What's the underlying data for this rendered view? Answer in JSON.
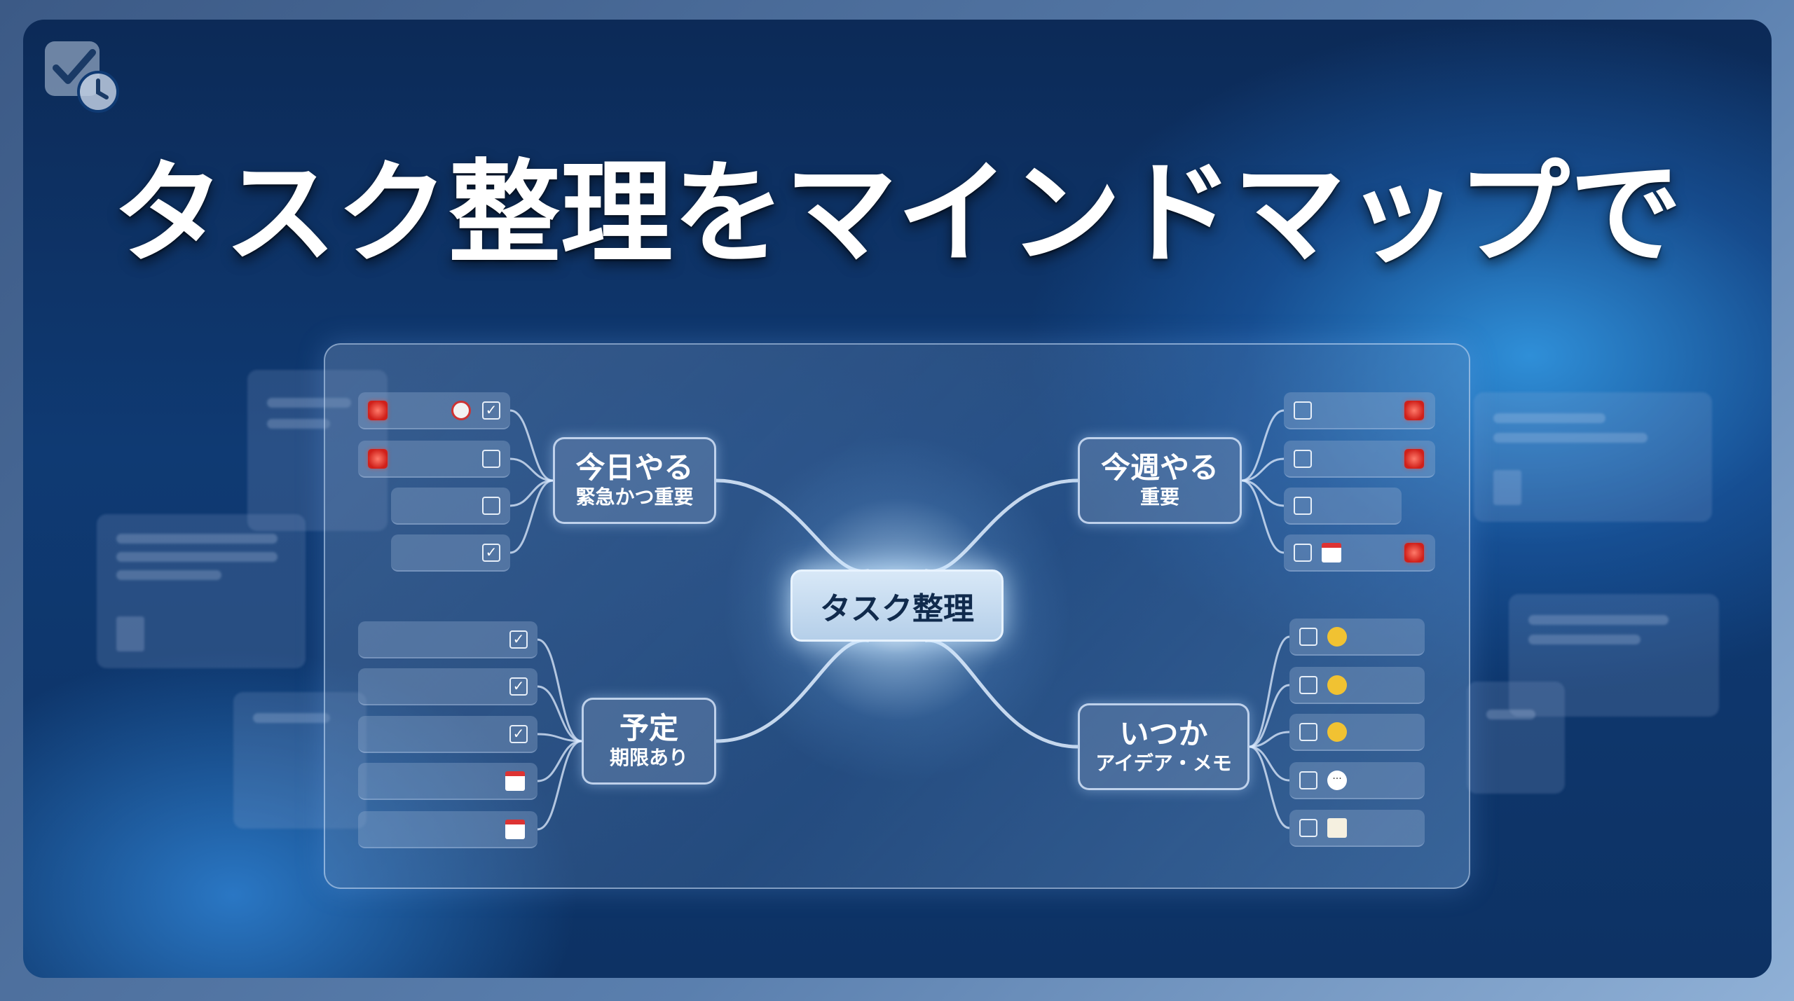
{
  "title": "タスク整理をマインドマップで",
  "logo": {
    "icon": "check-clock-icon"
  },
  "center": {
    "label": "タスク整理"
  },
  "branches": {
    "today": {
      "label": "今日やる",
      "sub": "緊急かつ重要",
      "items": [
        {
          "left_icon": "siren-icon",
          "right_icon": "alarm-clock-icon",
          "checked": true
        },
        {
          "left_icon": "siren-icon",
          "checked": false
        },
        {
          "checked": false
        },
        {
          "checked": true
        }
      ]
    },
    "week": {
      "label": "今週やる",
      "sub": "重要",
      "items": [
        {
          "right_icon": "siren-icon",
          "checked": false
        },
        {
          "right_icon": "siren-icon",
          "checked": false
        },
        {
          "checked": false
        },
        {
          "icon": "calendar-icon",
          "right_icon": "siren-icon",
          "checked": false
        }
      ]
    },
    "scheduled": {
      "label": "予定",
      "sub": "期限あり",
      "items": [
        {
          "checked": true
        },
        {
          "checked": true
        },
        {
          "checked": true
        },
        {
          "icon": "calendar-icon",
          "checked": false
        },
        {
          "icon": "calendar-icon",
          "checked": false
        }
      ]
    },
    "someday": {
      "label": "いつか",
      "sub": "アイデア・メモ",
      "items": [
        {
          "icon": "graduation-cap-icon",
          "checked": false
        },
        {
          "icon": "thumbs-up-icon",
          "checked": false
        },
        {
          "icon": "emoji-icon",
          "checked": false
        },
        {
          "icon": "speech-bubble-icon",
          "checked": false
        },
        {
          "icon": "memo-icon",
          "checked": false
        }
      ]
    }
  },
  "colors": {
    "background": "#0f3a73",
    "node_border": "#dcebff",
    "center_text": "#102a4c",
    "alert": "#d0201a"
  }
}
